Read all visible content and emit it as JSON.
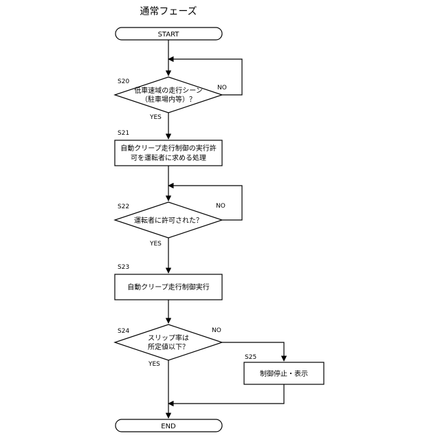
{
  "title": "通常フェーズ",
  "start": "START",
  "end": "END",
  "steps": {
    "s20": {
      "id": "S20",
      "lines": [
        "低車速域の走行シーン",
        "（駐車場内等）？"
      ],
      "yes": "YES",
      "no": "NO"
    },
    "s21": {
      "id": "S21",
      "lines": [
        "自動クリープ走行制御の実行許",
        "可を運転者に求める処理"
      ]
    },
    "s22": {
      "id": "S22",
      "lines": [
        "運転者に許可された？"
      ],
      "yes": "YES",
      "no": "NO"
    },
    "s23": {
      "id": "S23",
      "lines": [
        "自動クリープ走行制御実行"
      ]
    },
    "s24": {
      "id": "S24",
      "lines": [
        "スリップ率は",
        "所定値以下？"
      ],
      "yes": "YES",
      "no": "NO"
    },
    "s25": {
      "id": "S25",
      "lines": [
        "制御停止・表示"
      ]
    }
  }
}
